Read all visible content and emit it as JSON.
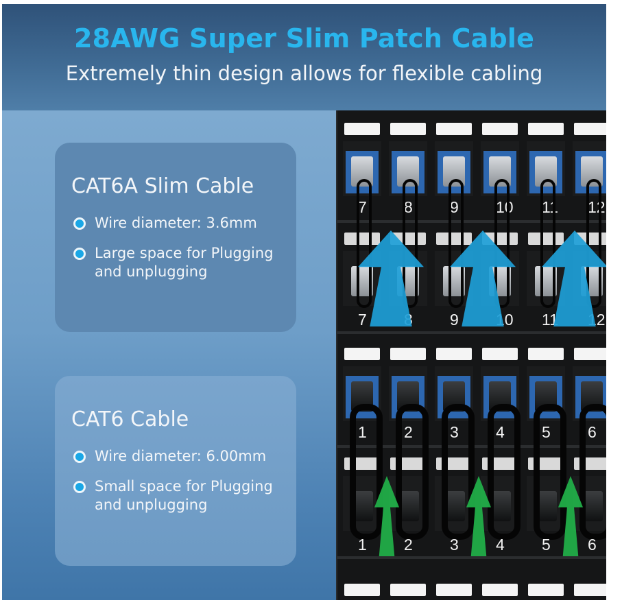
{
  "header": {
    "title": "28AWG Super Slim Patch Cable",
    "subtitle": "Extremely thin design allows for flexible cabling"
  },
  "cards": [
    {
      "title": "CAT6A Slim Cable",
      "bullets": [
        "Wire diameter: 3.6mm",
        "Large space for Plugging and unplugging"
      ]
    },
    {
      "title": "CAT6 Cable",
      "bullets": [
        "Wire diameter: 6.00mm",
        "Small space for Plugging and unplugging"
      ]
    }
  ],
  "photo": {
    "top_panel": {
      "upper_numbers": [
        "7",
        "8",
        "9",
        "10",
        "11",
        "12"
      ],
      "lower_numbers": [
        "7",
        "8",
        "9",
        "10",
        "11",
        "12"
      ],
      "arrow_color": "#1e9fd8"
    },
    "bottom_panel": {
      "upper_numbers": [
        "1",
        "2",
        "3",
        "4",
        "5",
        "6"
      ],
      "lower_numbers": [
        "1",
        "2",
        "3",
        "4",
        "5",
        "6"
      ],
      "arrow_color": "#22b24a"
    }
  },
  "colors": {
    "title": "#29b6ee",
    "bullet_dot": "#1aa7e6"
  }
}
